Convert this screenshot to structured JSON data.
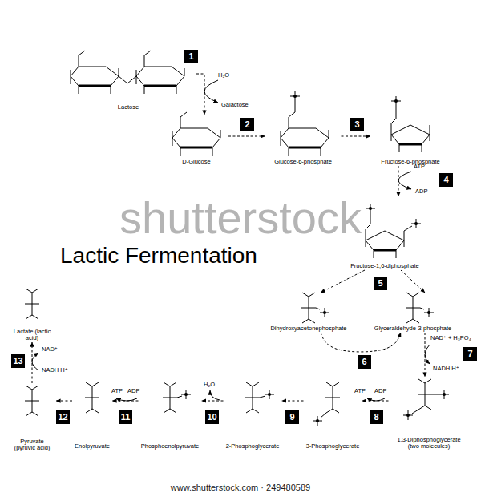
{
  "diagram": {
    "title": "Lactic Fermentation",
    "nodes": [
      {
        "text": [
          "Lactose"
        ]
      },
      {
        "text": [
          "D-Glucose"
        ]
      },
      {
        "text": [
          "Glucose-6-phosphate"
        ]
      },
      {
        "text": [
          "Fructose-6-phosphate"
        ]
      },
      {
        "text": [
          "Fructose-1,6-diphosphate"
        ]
      },
      {
        "text": [
          "Dihydroxyacetonephosphate"
        ]
      },
      {
        "text": [
          "Glyceraldehyde-3-phosphate"
        ]
      },
      {
        "text": [
          "1,3-Diphosphoglycerate (two molecules)"
        ]
      },
      {
        "text": [
          "3-Phosphoglycerate"
        ]
      },
      {
        "text": [
          "2-Phosphoglycerate"
        ]
      },
      {
        "text": [
          "Phosphoenolpyruvate"
        ]
      },
      {
        "text": [
          "Enolpyruvate"
        ]
      },
      {
        "text": [
          "Pyruvate (pyruvic acid)"
        ]
      },
      {
        "text": [
          "Lactate (lactic acid)"
        ]
      },
      {
        "text": [
          "1"
        ]
      },
      {
        "text": [
          "2"
        ]
      },
      {
        "text": [
          "3"
        ]
      },
      {
        "text": [
          "4"
        ]
      },
      {
        "text": [
          "5"
        ]
      },
      {
        "text": [
          "6"
        ]
      },
      {
        "text": [
          "7"
        ]
      },
      {
        "text": [
          "8"
        ]
      },
      {
        "text": [
          "9"
        ]
      },
      {
        "text": [
          "10"
        ]
      },
      {
        "text": [
          "11"
        ]
      },
      {
        "text": [
          "12"
        ]
      },
      {
        "text": [
          "13"
        ]
      }
    ],
    "edges": [
      {
        "from": 0,
        "to": 1,
        "arrow": "to"
      },
      {
        "from": 1,
        "to": 2,
        "arrow": "to"
      },
      {
        "from": 2,
        "to": 3,
        "arrow": "to"
      },
      {
        "from": 3,
        "to": 4,
        "arrow": "to"
      },
      {
        "from": 4,
        "to": 5,
        "arrow": "to"
      },
      {
        "from": 4,
        "to": 6,
        "arrow": "to"
      },
      {
        "from": 5,
        "to": 6,
        "arrow": "to"
      },
      {
        "from": 6,
        "to": 7,
        "arrow": "to"
      },
      {
        "from": 7,
        "to": 8,
        "arrow": "to"
      },
      {
        "from": 8,
        "to": 9,
        "arrow": "to"
      },
      {
        "from": 9,
        "to": 10,
        "arrow": "to"
      },
      {
        "from": 10,
        "to": 11,
        "arrow": "to"
      },
      {
        "from": 11,
        "to": 12,
        "arrow": "to"
      },
      {
        "from": 12,
        "to": 13,
        "arrow": "to"
      }
    ],
    "labels": [
      "H₂O",
      "Galactose",
      "ATP",
      "ADP",
      "NAD⁺ + H₃PO₄",
      "NADH H⁺",
      "ATP",
      "ADP",
      "H₂O",
      "ATP",
      "ADP",
      "NAD⁺",
      "NADH H⁺",
      "shutterstock",
      "www.shutterstock.com · 249480589"
    ]
  }
}
